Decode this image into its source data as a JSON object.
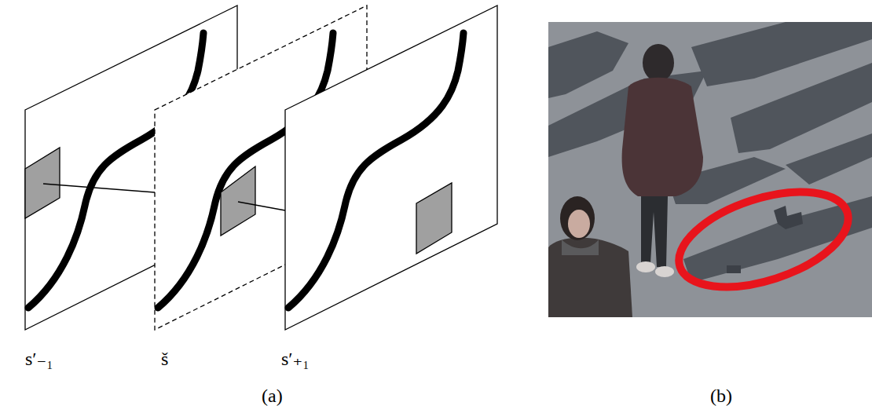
{
  "diagram": {
    "labels": [
      "s′₋₁",
      "š",
      "s′₊₁",
      "(a)",
      "(b)"
    ]
  }
}
